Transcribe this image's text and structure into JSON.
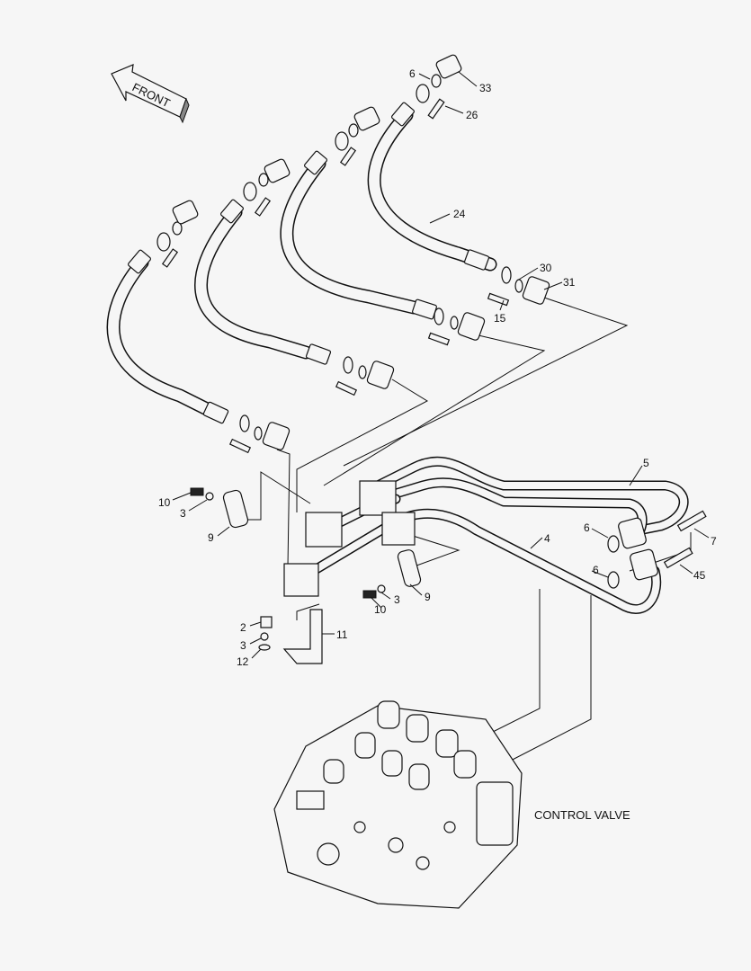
{
  "front_label": "FRONT",
  "control_valve_label": "CONTROL VALVE",
  "callouts": {
    "c6a": "6",
    "c33": "33",
    "c26": "26",
    "c24": "24",
    "c30": "30",
    "c31": "31",
    "c15": "15",
    "c5": "5",
    "c4": "4",
    "c6b": "6",
    "c7": "7",
    "c6c": "6",
    "c45": "45",
    "c10a": "10",
    "c3a": "3",
    "c9a": "9",
    "c3b": "3",
    "c10b": "10",
    "c9b": "9",
    "c2": "2",
    "c11": "11",
    "c3c": "3",
    "c12": "12"
  }
}
